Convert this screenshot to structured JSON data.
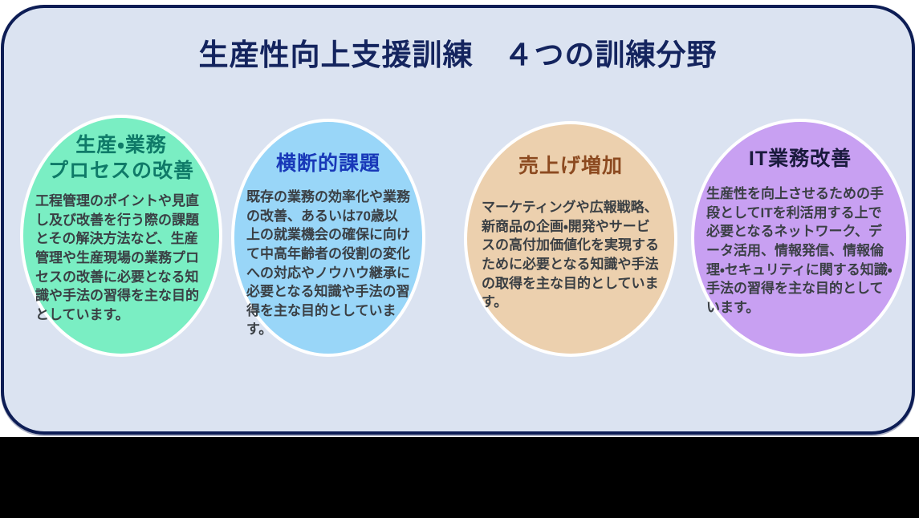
{
  "header": {
    "title": "生産性向上支援訓練　４つの訓練分野"
  },
  "colors": {
    "card_background": "#dbe3f1",
    "card_border": "#0d1d55",
    "title_text": "#14245e",
    "body_text": "#3a3f44",
    "circle_outline": "#ffffff",
    "bottom_band": "#000000"
  },
  "circles": [
    {
      "name": "production-business-process-improvement",
      "title": "生産・業務\nプロセスの改善",
      "title_color": "#0f7a68",
      "fill": "#7aeec3",
      "body": "工程管理のポイントや見直し及び改善を行う際の課題とその解決方法など、生産管理や生産現場の業務プロセスの改善に必要となる知識や手法の習得を主な目的としています。"
    },
    {
      "name": "cross-cutting-issues",
      "title": "横断的課題",
      "title_color": "#1838b8",
      "fill": "#99d6f8",
      "body": "既存の業務の効率化や業務の改善、あるいは70歳以上の就業機会の確保に向けて中高年齢者の役割の変化への対応やノウハウ継承に必要となる知識や手法の習得を主な目的としています。"
    },
    {
      "name": "sales-increase",
      "title": "売上げ増加",
      "title_color": "#8c4a20",
      "fill": "#ecd0ae",
      "body": "マーケティングや広報戦略、新商品の企画・開発やサービスの高付加価値化を実現するために必要となる知識や手法の取得を主な目的としています。"
    },
    {
      "name": "it-business-improvement",
      "title": "IT業務改善",
      "title_color": "#1a1a3d",
      "fill": "#c8a0f2",
      "body": "生産性を向上させるための手段としてITを利活用する上で必要となるネットワーク、データ活用、情報発信、情報倫理・セキュリティに関する知識・手法の習得を主な目的としています。"
    }
  ]
}
